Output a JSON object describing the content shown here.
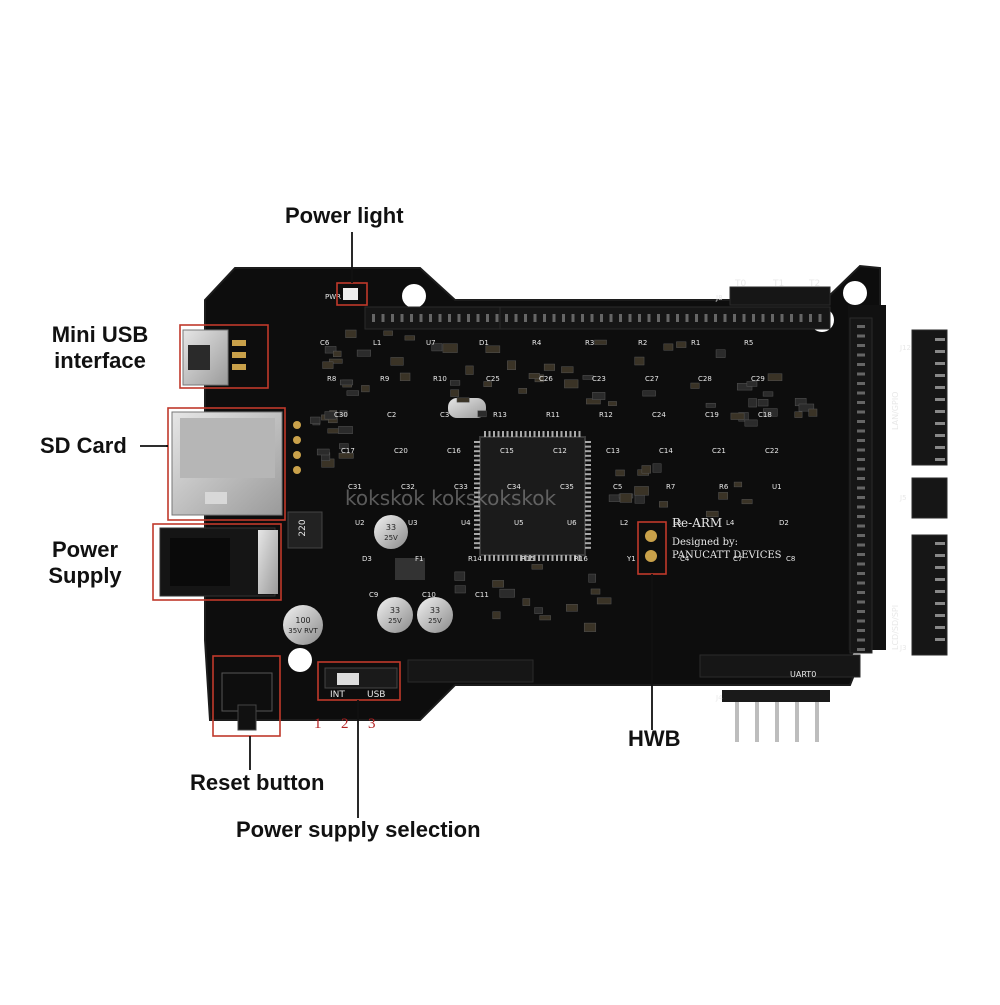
{
  "callouts": {
    "power_light": "Power light",
    "mini_usb_line1": "Mini USB",
    "mini_usb_line2": "interface",
    "sd_card": "SD Card",
    "power_supply_line1": "Power",
    "power_supply_line2": "Supply",
    "reset_button": "Reset button",
    "power_supply_selection": "Power supply selection",
    "hwb": "HWB"
  },
  "jumper_pins": [
    "1",
    "2",
    "3"
  ],
  "board": {
    "name": "Re-ARM",
    "designed_by": "Designed by:",
    "designer": "PANUCATT DEVICES",
    "watermark": "kokskok kokskokskok",
    "header_labels": {
      "t0": "T0",
      "t1": "T1",
      "t2": "T2",
      "lan_gpio": "LAN/GPIO",
      "lcd_sd_spi": "LCD/SD/SPI",
      "uart0": "UART0",
      "int": "INT",
      "usb": "USB",
      "pwr": "PWR",
      "j8": "J8",
      "j12": "J12",
      "j5": "J5",
      "j3": "J3",
      "j4": "J4"
    },
    "silkscreen": [
      "C6",
      "L1",
      "U7",
      "D1",
      "R4",
      "R3",
      "R2",
      "R1",
      "R5",
      "R8",
      "R9",
      "R10",
      "C25",
      "C26",
      "C23",
      "C27",
      "C28",
      "C29",
      "C30",
      "C2",
      "C3",
      "R13",
      "R11",
      "R12",
      "C24",
      "C19",
      "C18",
      "C17",
      "C20",
      "C16",
      "C15",
      "C12",
      "C13",
      "C14",
      "C21",
      "C22",
      "C31",
      "C32",
      "C33",
      "C34",
      "C35",
      "C5",
      "R7",
      "R6",
      "U1",
      "U2",
      "U3",
      "U4",
      "U5",
      "U6",
      "L2",
      "L3",
      "L4",
      "D2",
      "D3",
      "F1",
      "R14",
      "R15",
      "R16",
      "Y1",
      "C4",
      "C7",
      "C8",
      "C9",
      "C10",
      "C11"
    ],
    "cap_labels": [
      {
        "value": "33",
        "rating": "25V"
      },
      {
        "value": "100",
        "rating": "35V RVT"
      },
      {
        "value": "33",
        "rating": "25V"
      },
      {
        "value": "33",
        "rating": "25V"
      }
    ],
    "inductor_label": "220"
  },
  "colors": {
    "callout_box": "#c0392b",
    "pcb": "#0d0d0d",
    "silk": "#e8e8e8",
    "header": "#141414",
    "metal": "#c8c8c8"
  }
}
